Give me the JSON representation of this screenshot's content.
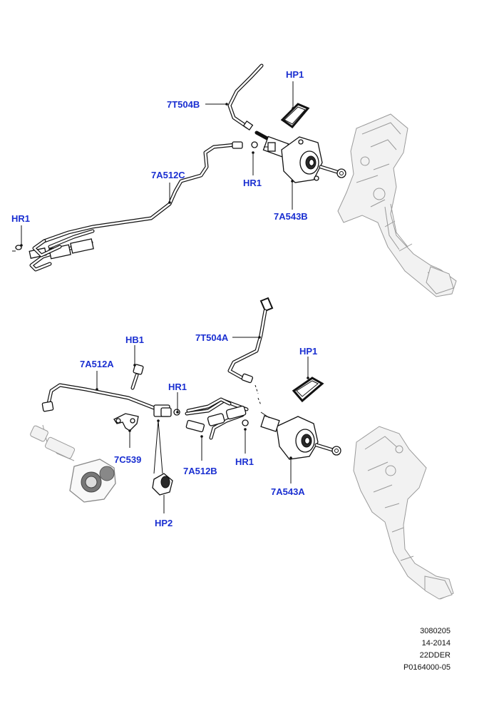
{
  "callouts": {
    "top": {
      "hp1": "HP1",
      "t504b": "7T504B",
      "a512c": "7A512C",
      "hr1_mid": "HR1",
      "a543b": "7A543B",
      "hr1_left": "HR1"
    },
    "bottom": {
      "t504a": "7T504A",
      "hp1": "HP1",
      "hb1": "HB1",
      "a512a": "7A512A",
      "hr1_top": "HR1",
      "c539": "7C539",
      "a512b": "7A512B",
      "hr1_low": "HR1",
      "a543a": "7A543A",
      "hp2": "HP2"
    }
  },
  "footer": {
    "line1": "3080205",
    "line2": "14-2014",
    "line3": "22DDER",
    "line4": "P0164000-05"
  },
  "colors": {
    "label": "#1a2fd1",
    "line": "#111111",
    "ghost": "#9a9a9a"
  }
}
